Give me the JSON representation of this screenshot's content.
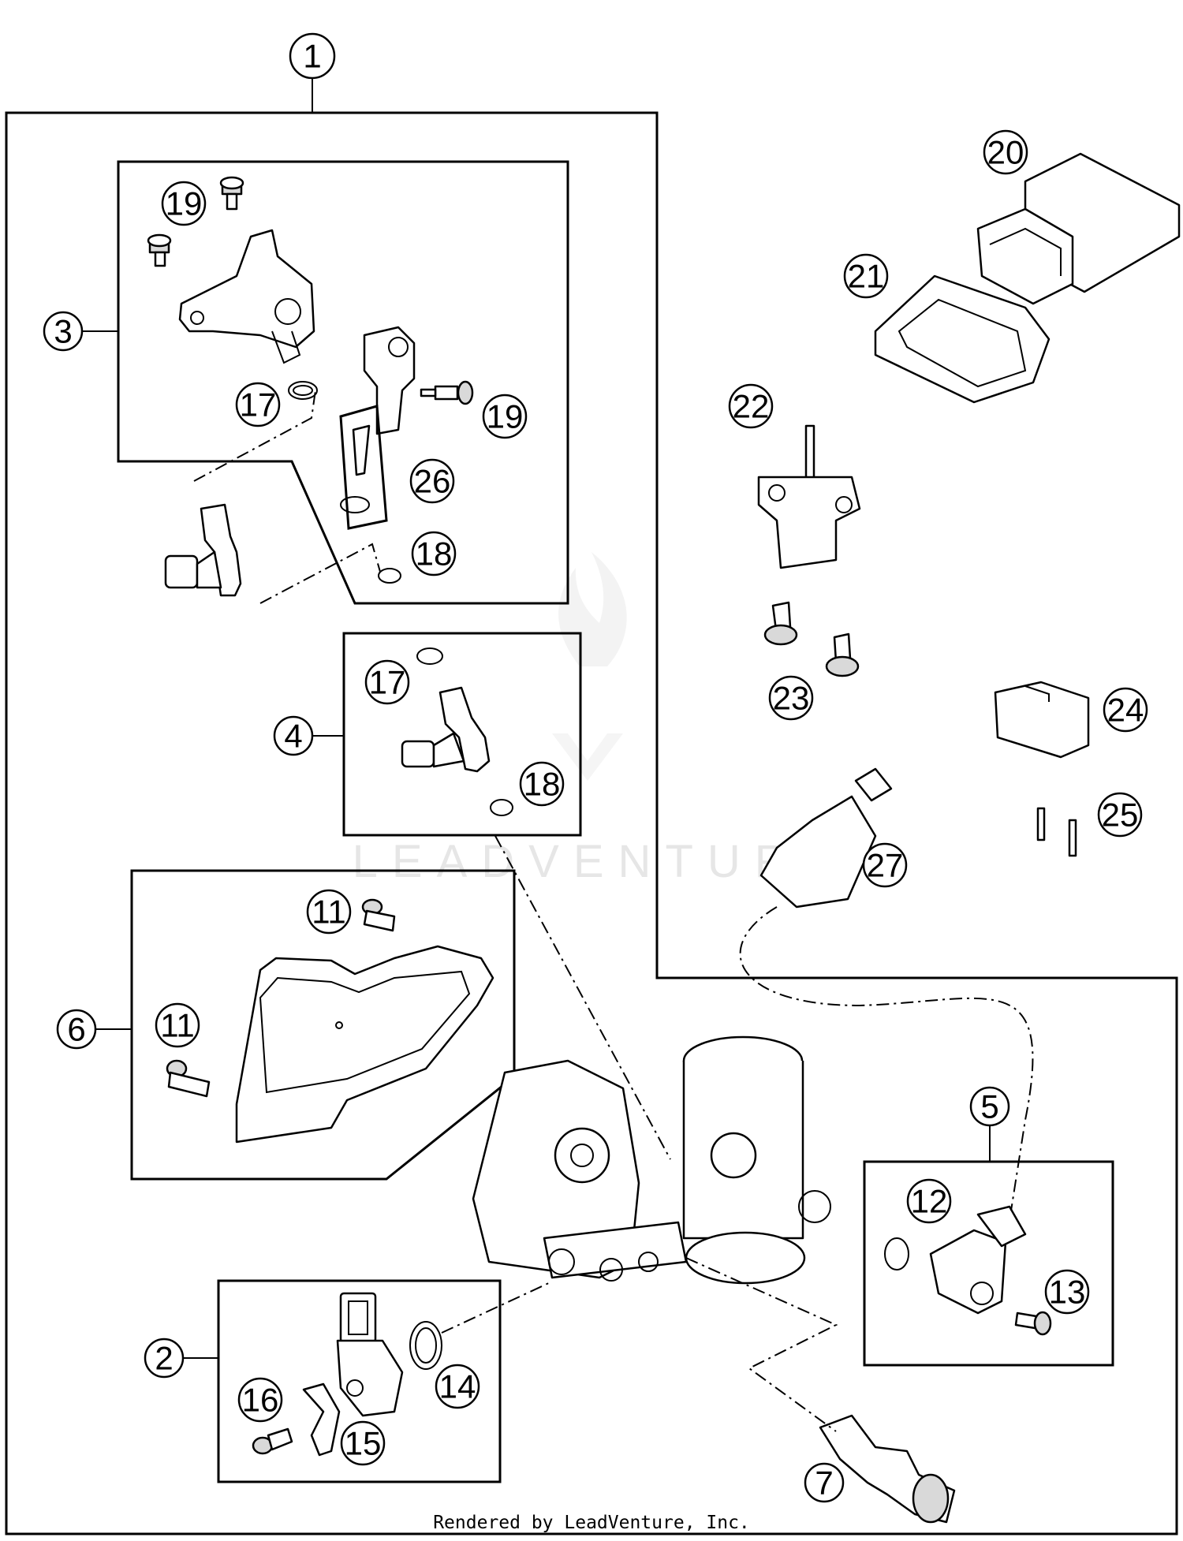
{
  "callouts": {
    "c1": "1",
    "c2": "2",
    "c3": "3",
    "c4": "4",
    "c5": "5",
    "c6": "6",
    "c7": "7",
    "c11a": "11",
    "c11b": "11",
    "c12": "12",
    "c13": "13",
    "c14": "14",
    "c15": "15",
    "c16": "16",
    "c17a": "17",
    "c17b": "17",
    "c18a": "18",
    "c18b": "18",
    "c19a": "19",
    "c19b": "19",
    "c20": "20",
    "c21": "21",
    "c22": "22",
    "c23": "23",
    "c24": "24",
    "c25": "25",
    "c26": "26",
    "c27": "27"
  },
  "watermark": "LEADVENTURE",
  "footer": "Rendered by LeadVenture, Inc."
}
